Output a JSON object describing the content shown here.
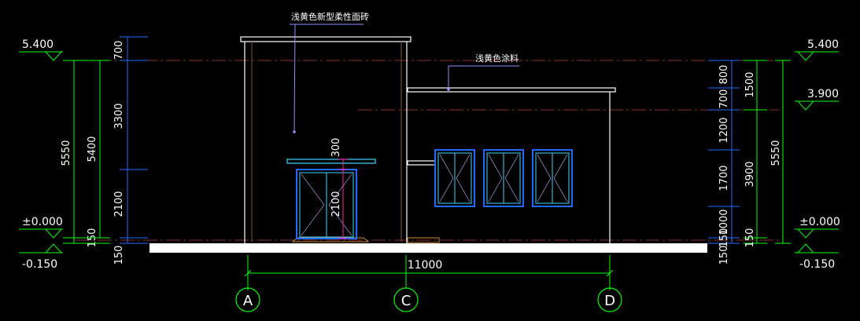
{
  "title_annotations": {
    "main_wall": "浅黄色新型柔性面砖",
    "annex_wall": "浅黄色涂料"
  },
  "levels_left": {
    "top": "5.400",
    "ground": "±0.000",
    "base": "-0.150"
  },
  "levels_right": {
    "top": "5.400",
    "mid": "3.900",
    "ground": "±0.000",
    "base": "-0.150"
  },
  "dims_left_outer": {
    "total": "5550",
    "sub": "5400"
  },
  "dims_left_inner": [
    "700",
    "3300",
    "2100",
    "150",
    "150"
  ],
  "dims_door": {
    "canopy": "300",
    "height": "2100"
  },
  "dims_right_inner": [
    "800",
    "700",
    "1200",
    "1700",
    "1000",
    "150",
    "150"
  ],
  "dims_right_mid": [
    "1500",
    "3900",
    "150"
  ],
  "dims_right_outer": {
    "total": "5550"
  },
  "dim_bottom": {
    "span": "11000"
  },
  "axes": [
    "A",
    "C",
    "D"
  ],
  "colors": {
    "background": "#000000",
    "dimension": "#00ff00",
    "blue": "#1e6bff",
    "cyan": "#3fd4ff",
    "magenta": "#ff1ea8",
    "outline": "#ffffff",
    "axis_dashed": "#c04040"
  }
}
